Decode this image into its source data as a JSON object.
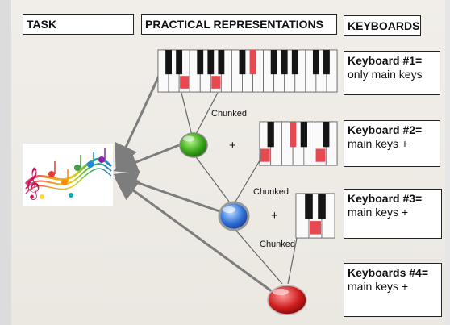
{
  "headers": {
    "task": "TASK",
    "practical": "PRACTICAL REPRESENTATIONS",
    "keyboards": "KEYBOARDS"
  },
  "keyboards": [
    {
      "title": "Keyboard #1=",
      "desc": "only main keys",
      "button": "none"
    },
    {
      "title": "Keyboard #2=",
      "desc": "main keys +",
      "button": "green"
    },
    {
      "title": "Keyboard #3=",
      "desc": "main keys +",
      "button": "blue"
    },
    {
      "title": "Keyboards #4=",
      "desc": "main keys +",
      "button": "red"
    }
  ],
  "chunk_labels": [
    "Chunked",
    "Chunked",
    "Chunked"
  ],
  "plus_signs": [
    "+",
    "+"
  ],
  "icons": {
    "task": "music-notes-icon",
    "green": "green-button-icon",
    "blue": "blue-button-icon",
    "red": "red-button-icon"
  },
  "colors": {
    "green": "#3aa81c",
    "blue": "#2f6fd8",
    "red": "#d01e1e",
    "highlight_key": "#e8484f",
    "arrow": "#7d7d7d"
  }
}
